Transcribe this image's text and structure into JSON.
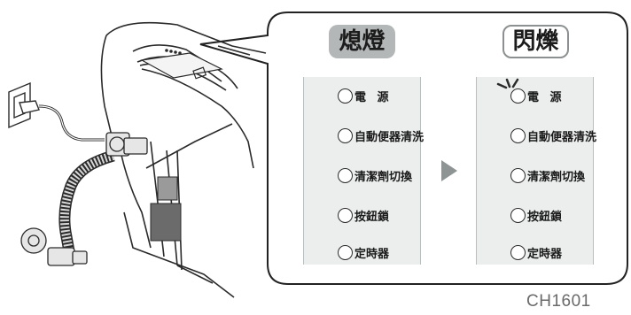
{
  "states": {
    "off_label": "熄燈",
    "blink_label": "閃爍"
  },
  "indicators": [
    {
      "label": "電 源",
      "blink": true
    },
    {
      "label": "自動便器清洗",
      "blink": false
    },
    {
      "label": "清潔劑切換",
      "blink": false
    },
    {
      "label": "按鈕鎖",
      "blink": false
    },
    {
      "label": "定時器",
      "blink": false
    }
  ],
  "figure_code": "CH1601",
  "colors": {
    "panel_bg": "#eceeee",
    "off_badge": "#b3b7b7",
    "arrow": "#8e9494",
    "callout_border": "#222222"
  },
  "icons": {
    "arrow": "triangle-right-icon",
    "blink_rays": "blink-rays-icon",
    "lamp": "indicator-circle-icon"
  }
}
